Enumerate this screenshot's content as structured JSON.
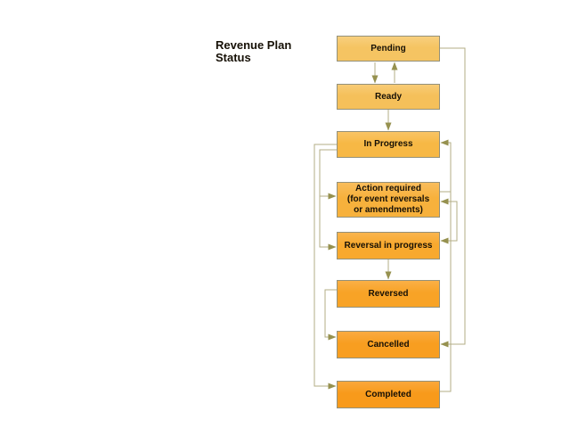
{
  "title": "Revenue Plan Status",
  "colors": {
    "line": "#b3ae85",
    "arrow": "#96914f",
    "node-border": "#94917a",
    "text": "#161006"
  },
  "diagram": {
    "nodes": [
      {
        "id": "pending",
        "label": "Pending",
        "fill_top": "#f8d07e",
        "fill": "#f5c462"
      },
      {
        "id": "ready",
        "label": "Ready",
        "fill_top": "#f8cc76",
        "fill": "#f5c05a"
      },
      {
        "id": "in-progress",
        "label": "In Progress",
        "fill_top": "#f9c464",
        "fill": "#f7b845"
      },
      {
        "id": "action-required",
        "label": "Action required",
        "sublabel": "(for event reversals or amendments)",
        "fill_top": "#f9bd5c",
        "fill": "#f7b13c"
      },
      {
        "id": "reversal-in-progress",
        "label": "Reversal in progress",
        "fill_top": "#fab54e",
        "fill": "#f8a92e"
      },
      {
        "id": "reversed",
        "label": "Reversed",
        "fill_top": "#fab046",
        "fill": "#f8a326"
      },
      {
        "id": "cancelled",
        "label": "Cancelled",
        "fill_top": "#faab40",
        "fill": "#f89e20"
      },
      {
        "id": "completed",
        "label": "Completed",
        "fill_top": "#faa83b",
        "fill": "#f89a1b"
      }
    ],
    "edges": [
      {
        "from": "pending",
        "to": "ready",
        "via": "center-down"
      },
      {
        "from": "ready",
        "to": "pending",
        "via": "center-up"
      },
      {
        "from": "ready",
        "to": "in-progress",
        "via": "center-down"
      },
      {
        "from": "in-progress",
        "to": "action-required",
        "via": "left"
      },
      {
        "from": "in-progress",
        "to": "reversal-in-progress",
        "via": "left"
      },
      {
        "from": "in-progress",
        "to": "completed",
        "via": "left"
      },
      {
        "from": "action-required",
        "to": "in-progress",
        "via": "right"
      },
      {
        "from": "action-required",
        "to": "reversal-in-progress",
        "via": "right",
        "bidirectional": true
      },
      {
        "from": "reversal-in-progress",
        "to": "reversed",
        "via": "center-down"
      },
      {
        "from": "reversed",
        "to": "cancelled",
        "via": "left"
      },
      {
        "from": "pending",
        "to": "cancelled",
        "via": "right"
      },
      {
        "from": "completed",
        "to": "in-progress",
        "via": "right"
      }
    ]
  }
}
